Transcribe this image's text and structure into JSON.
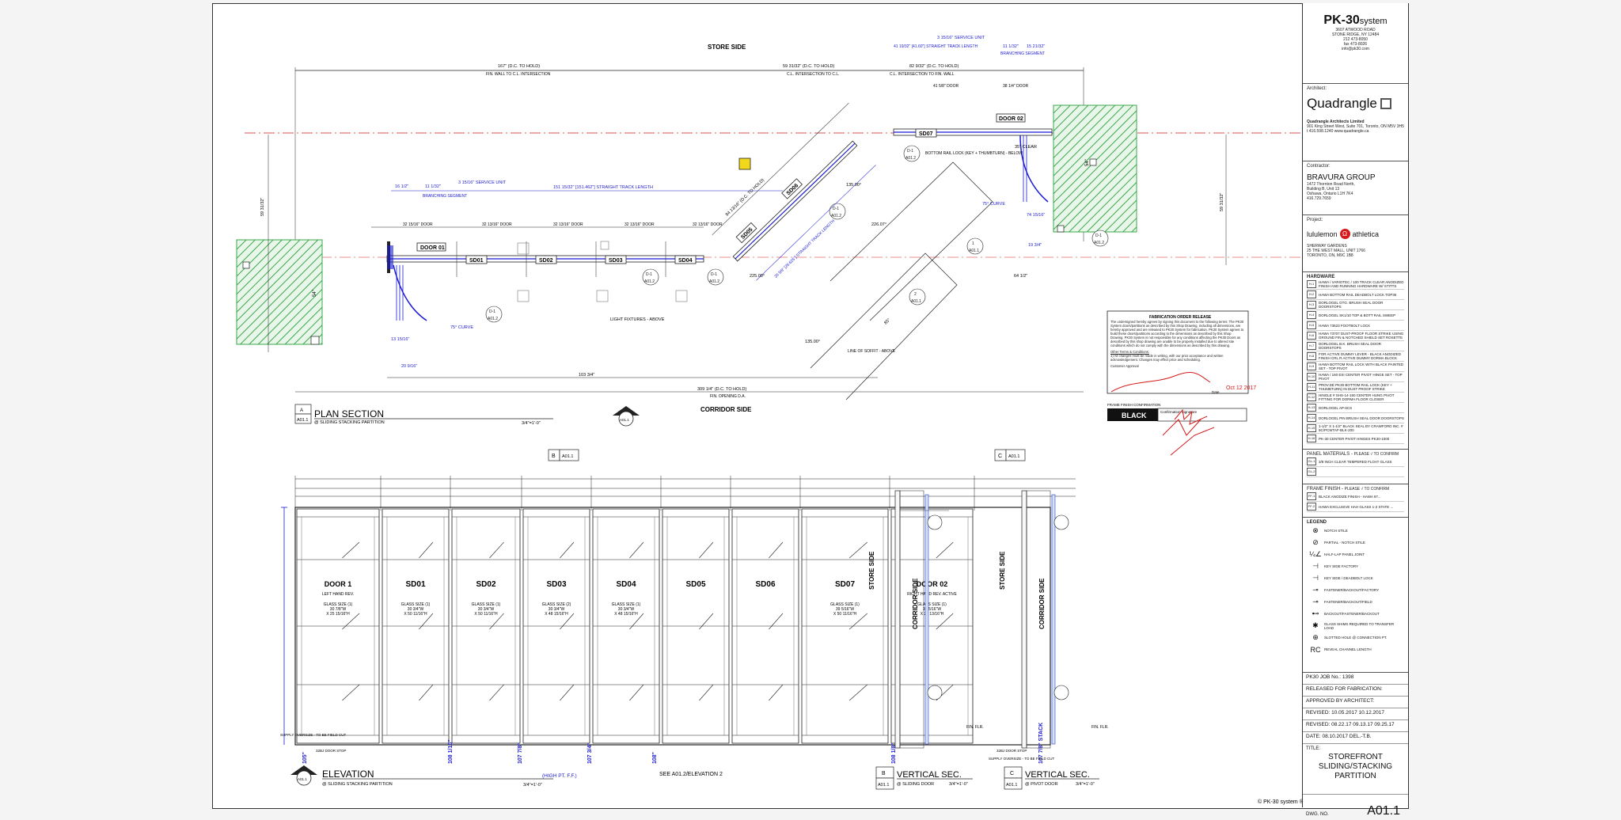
{
  "brand": {
    "logo": "PK-30",
    "logo_suffix": "system",
    "address1": "3607 ATWOOD ROAD",
    "address2": "STONE RIDGE, NY 12484",
    "phone": "212 473-8050",
    "fax": "fax 473-8026",
    "email": "info@pk30.com"
  },
  "architect": {
    "label": "Architect:",
    "name": "Quadrangle",
    "firm": "Quadrangle Architects Limited",
    "address": "901 King Street West, Suite 701, Toronto, ON M5V 3H5",
    "phone": "t 416.598.1240  www.quadrangle.ca"
  },
  "contractor": {
    "label": "Contractor:",
    "name": "BRAVURA GROUP",
    "l1": "1472 Thornton Road North,",
    "l2": "Building B, Unit 13",
    "l3": "Oshawa, Ontario L1H 7K4",
    "l4": "416.729.7659"
  },
  "project": {
    "label": "Project:",
    "name1": "lululemon",
    "name2": "athletica",
    "l1": "SHERWAY GARDENS",
    "l2": "25 THE WEST MALL, UNIT 1766",
    "l3": "TORONTO, ON, M9C 1B8"
  },
  "hardware": {
    "title": "HARDWARE",
    "items": [
      {
        "code": "H-1",
        "text": "HAWA / VARIOTEC / 100 TRACK CLEAR ANODIZED FINISH AND RUNNING HARDWARE W/ STITTS SINGLE WHEELED TROLLEY WITH CLEVIS ASSY"
      },
      {
        "code": "H-2",
        "text": "HAWA BOTTOM RAIL DEADBOLT LOCK TOP36"
      },
      {
        "code": "H-3",
        "text": "DORLOGEL GTG. BRUSH SEAL DOOR DOORSTOPS"
      },
      {
        "code": "H-4",
        "text": "DORLOGEL SK1/10 TOP & BOTT RAIL SWEEP"
      },
      {
        "code": "H-5",
        "text": "HAWA 73623 FOOTBOLT LOCK"
      },
      {
        "code": "H-6",
        "text": "HAWA 73707 DUST-PROOF FLOOR STRIKE USING GROUND FIN & NOTCHED SHIELD SET ROSETTE ALUM. ANODIZED"
      },
      {
        "code": "H-7",
        "text": "DORLOGEL B.K. BRUSH SEAL DOOR DOORSTOPS"
      },
      {
        "code": "H-8",
        "text": "FOR ACTIVE DUMMY LEVER - BLACK ANODIZED FINISH CRL R ACTIVE DUMMY DORMA BLOCK"
      },
      {
        "code": "H-9",
        "text": "HAWA BOTTOM RAIL LOCK WITH BLACK PAINTED SET - TOP PIVOT"
      },
      {
        "code": "H-10",
        "text": "HAWA / 160 ESI CENTER PIVOT HINGE SET - TOP PIVOT"
      },
      {
        "code": "H-11",
        "text": "PROV.DE PK30 BOTTOM RAIL LOCK (KEY + THUMBTURN) IN DUST PROOF STRIKE"
      },
      {
        "code": "H-12",
        "text": "HINGLE # SHS-14-150 CENTER HUNG PIVOT FITTING FOR DORMA FLOOR CLOSER"
      },
      {
        "code": "H-13",
        "text": "DORLOGEL AP-6CS"
      },
      {
        "code": "H-14",
        "text": "DORLOGEL PIN BRUSH SEAL DOOR DOORSTOPS"
      },
      {
        "code": "H-15",
        "text": "1-1/2\" X 1-1/2\" BLACK SEAL BY CRAWFORD INC. # 9C/PCWTAF-BLK-200"
      },
      {
        "code": "H-16",
        "text": "PK-30 CENTER PIVOT HINGES  PK30-1000"
      }
    ]
  },
  "panel_materials": {
    "title": "PANEL MATERIALS -",
    "note": "PLEASE √ TO CONFIRM",
    "items": [
      {
        "code": "GL-1",
        "text": "3/8 INCH CLEAR TEMPERED FLOAT GLASS"
      },
      {
        "code": "GL-2",
        "text": ""
      }
    ]
  },
  "frame_finish_box": {
    "title": "FRAME FINISH -",
    "note": "PLEASE √ TO CONFIRM",
    "items": [
      {
        "code": "FF-1",
        "text": "BLACK ANODIZE FINISH - HAWA 97..."
      },
      {
        "code": "FF-2",
        "text": "HAWA EXCLUSIVE HAH GLASS 1-2 STATE ..."
      }
    ]
  },
  "legend": {
    "title": "LEGEND",
    "items": [
      {
        "sym": "⊗",
        "text": "NOTCH STILE"
      },
      {
        "sym": "⊘",
        "text": "PARTIAL - NOTCH STILE"
      },
      {
        "sym": "¼∠",
        "text": "HALF-LAP PANEL JOINT"
      },
      {
        "sym": "⊣",
        "text": "KEY SIDE FACTORY"
      },
      {
        "sym": "⊣",
        "text": "KEY SIDE / DEADBOLT LOCK"
      },
      {
        "sym": "⊸",
        "text": "FASTENER/BACKOUT/FACTORY"
      },
      {
        "sym": "⊸",
        "text": "FASTENER/BACKOUT/FIELD"
      },
      {
        "sym": "⊷",
        "text": "BACKOUT/FASTENER/BACKOUT"
      },
      {
        "sym": "✱",
        "text": "GLASS SHIMS REQUIRED TO TRANSFER LOAD"
      },
      {
        "sym": "⊕",
        "text": "SLOTTED HOLE @ CONNECTION PT."
      },
      {
        "sym": "RC",
        "text": "REVEAL CHANNEL LENGTH"
      }
    ]
  },
  "info": {
    "job": "PK30 JOB No.: 1398",
    "released": "RELEASED FOR FABRICATION:",
    "approved": "APPROVED BY ARCHITECT:",
    "revised1": "REVISED: 10.05.2017    10.12.2017",
    "revised2": "REVISED: 08.22.17   09.13.17   09.25.17",
    "date": "DATE:  08.10.2017         DEL.-T.B.",
    "title_label": "TITLE:",
    "title1": "STOREFRONT",
    "title2": "SLIDING/STACKING",
    "title3": "PARTITION",
    "dwg_label": "DWG. NO.",
    "dwg_no": "A01.1"
  },
  "plan": {
    "store_side": "STORE SIDE",
    "corridor_side": "CORRIDOR SIDE",
    "section_marker": "A",
    "section_sheet": "A01.1",
    "title": "PLAN  SECTION",
    "subtitle": "@ SLIDING STACKING PARTITION",
    "scale": "3/4\"=1'-0\"",
    "dim_overall_left": "167\" (D.C. TO HOLD)",
    "dim_overall_left_sub": "FIN. WALL TO C.L. INTERSECTION",
    "dim_mid": "59 31/32\" (D.C. TO HOLD)",
    "dim_mid_sub": "C.L. INTERSECTION TO C.L.",
    "dim_right": "82 9/32\" (D.C. TO HOLD)",
    "dim_right_sub": "C.L. INTERSECTION TO FIN. WALL",
    "dim_opening": "309 1/4\" (D.C. TO HOLD)",
    "dim_opening_sub": "FIN. OPENING D.A.",
    "dim_bottom": "103 3/4\"",
    "dim_right_small": "64 1/2\"",
    "left_height": "59 31/32\"",
    "right_height": "59 31/32\"",
    "service_unit_left": "3 15/16\" SERVICE UNIT",
    "service_unit_right": "3 15/16\" SERVICE UNIT",
    "track_length_left": "151 15/32\" [151.462\"] STRAIGHT TRACK LENGTH",
    "track_length_right": "41 19/32\" [41.60\"] STRAIGHT TRACK LENGTH",
    "track_length_diag": "26 5/8\" [26.625\"] STRAIGHT TRACK LENGTH",
    "branching": "BRANCHING SEGMENT",
    "curve_left": "75° CURVE",
    "curve_right": "75° CURVE",
    "light_fixtures": "LIGHT FIXTURES - ABOVE",
    "soffit": "LINE OF SOFFIT - ABOVE",
    "bottom_rail_lock": "BOTTOM RAIL LOCK (KEY + THUMBTURN) - BELOW",
    "clear": "35\" CLEAR",
    "angle1": "225.00°",
    "angle2": "135.00°",
    "angle3": "135.00°",
    "angle4": "226.07°",
    "angle5": "85°",
    "door1": "DOOR 01",
    "door2": "DOOR 02",
    "panels": [
      "SD01",
      "SD02",
      "SD03",
      "SD04",
      "SD05",
      "SD06",
      "SD07"
    ],
    "dims_top": [
      "32 15/16\" DOOR",
      "32 13/16\" DOOR",
      "32 13/16\" DOOR",
      "32 13/16\" DOOR",
      "32 13/16\" DOOR",
      "41 5/8\" DOOR",
      "38 1/4\" DOOR"
    ],
    "dim_16": "16 1/2\"",
    "dim_11": "11 1/32\"",
    "dim_20": "20 9/16\"",
    "dim_13": "13 15/16\"",
    "dim_84": "84 13/16\" (D.C. TO HOLD)",
    "dim_19": "19 3/4\"",
    "dim_15": "15 21/32\"",
    "dim_11b": "11 1/32\"",
    "dim_74": "74 15/16\"",
    "dim_54": "54\""
  },
  "elevation": {
    "marker": "A01.1",
    "title": "ELEVATION",
    "subtitle": "@ SLIDING STACKING PARTITION",
    "scale": "3/4\"=1'-0\"",
    "see": "SEE A01.2/ELEVATION 2",
    "high_pt": "(HIGH PT. F.F.)",
    "tag_b": "B",
    "tag_c": "C",
    "tag_sheet": "A01.1",
    "panels": [
      {
        "name": "DOOR 1",
        "sub": "LEFT HAND REV.",
        "glass": "GLASS SIZE (1) 30 7/8\"W X 25 15/16\"H"
      },
      {
        "name": "SD01",
        "sub": "",
        "glass": "GLASS SIZE (1) 30 3/4\"W X 50 11/16\"H"
      },
      {
        "name": "SD02",
        "sub": "",
        "glass": "GLASS SIZE (1) 30 3/4\"W X 50 11/16\"H"
      },
      {
        "name": "SD03",
        "sub": "",
        "glass": "GLASS SIZE (2) 30 3/4\"W X 48 15/16\"H"
      },
      {
        "name": "SD04",
        "sub": "",
        "glass": "GLASS SIZE (1) 30 3/4\"W X 48 15/16\"H"
      },
      {
        "name": "SD05",
        "sub": "",
        "glass": ""
      },
      {
        "name": "SD06",
        "sub": "",
        "glass": ""
      },
      {
        "name": "SD07",
        "sub": "",
        "glass": "GLASS SIZE (1) 39 5/16\"W X 50 11/16\"H"
      },
      {
        "name": "DOOR 02",
        "sub": "RIGHT HAND REV. ACTIVE",
        "glass": "GLASS SIZE (1) 36 5/16\"W X 25 13/16\"H"
      }
    ],
    "heights": [
      "105\"",
      "108 1/16\"",
      "107 7/8\"",
      "107 3/4\"",
      "108\"",
      "108 1/8\"",
      "107 7/8\" STACK"
    ],
    "supply_left": "SUPPLY OVERSIZE - TO BE FIELD CUT",
    "supply_right": "SUPPLY OVERSIZE - TO BE FIELD CUT",
    "door_stop": "32BJ DOOR STOP"
  },
  "vsec_b": {
    "marker": "B",
    "sheet": "A01.1",
    "title": "VERTICAL SEC.",
    "subtitle": "@ SLIDING DOOR",
    "scale": "3/4\"=1'-0\"",
    "store": "STORE SIDE",
    "corridor": "CORRIDOR SIDE",
    "fin": "FIN. FLR."
  },
  "vsec_c": {
    "marker": "C",
    "sheet": "A01.1",
    "title": "VERTICAL SEC.",
    "subtitle": "@ PIVOT DOOR",
    "scale": "3/4\"=1'-0\"",
    "store": "STORE SIDE",
    "corridor": "CORRIDOR SIDE",
    "fin": "FIN. FLR."
  },
  "release": {
    "title": "FABRICATION ORDER RELEASE",
    "body": "The undersigned hereby agrees by signing this document to the following terms: The PK30 System doors/partitions as described by this Shop Drawing, including all dimensions, are hereby approved and are released to PK30 System for fabrication. PK30 System agrees to build these doors/partitions according to the dimensions as described by this Shop Drawing. PK30 System is not responsible for any conditions affecting the PK30 Doors as described by this shop drawing are unable to be properly installed due to altered site conditions which do not comply with the dimensions as described by this drawing.",
    "other_terms": "Other Terms & Conditions:",
    "other_body": "1) All changes must be made in writing, with our prior acceptance and written acknowledgement. Changes may effect price and scheduling.",
    "customer": "Customer Approval",
    "date_label": "Date",
    "date_value": "Oct 12 2017",
    "frame_finish_label": "FRAME FINISH CONFIRMATION",
    "frame_finish": "BLACK",
    "confirm_sig": "Confirmation Signature"
  },
  "footer": {
    "copyright": "© PK-30 system ® ©"
  },
  "colors": {
    "dim_blue": "#1a1ad4",
    "hatch_green": "#3aa84a",
    "markup_red": "#d41a1a"
  }
}
